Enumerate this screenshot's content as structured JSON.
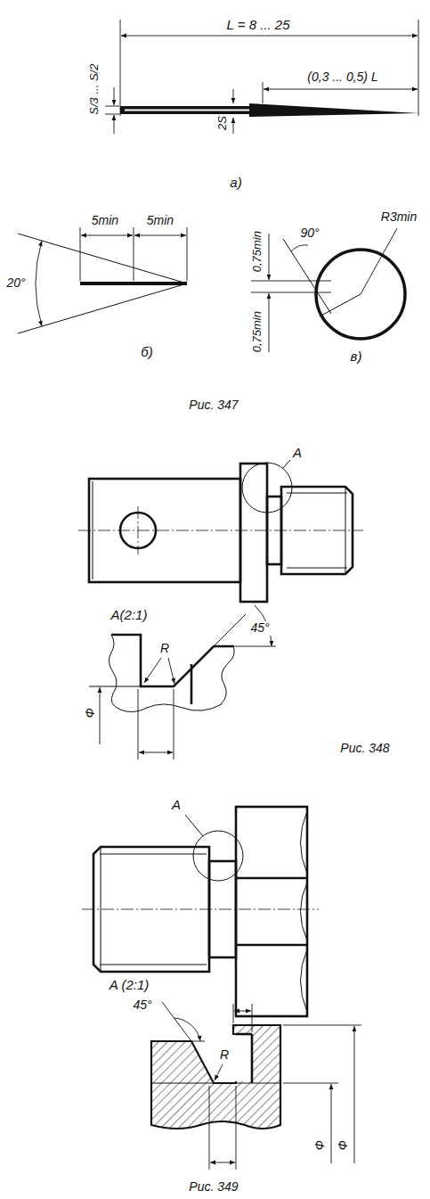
{
  "diagram": {
    "labels": [
      "L = 8 ... 25",
      "(0,3 ... 0,5) L",
      "S/3 ... S/2",
      "2S",
      "а)",
      "5min",
      "5min",
      "20°",
      "б)",
      "0,75min",
      "90°",
      "R3min",
      "0,75min",
      "в)",
      "Рис. 347",
      "A",
      "A(2:1)",
      "R",
      "45°",
      "Ф",
      "Рис. 348",
      "A",
      "A (2:1)",
      "45°",
      "R",
      "Ф",
      "Ф",
      "Рис. 349"
    ]
  }
}
